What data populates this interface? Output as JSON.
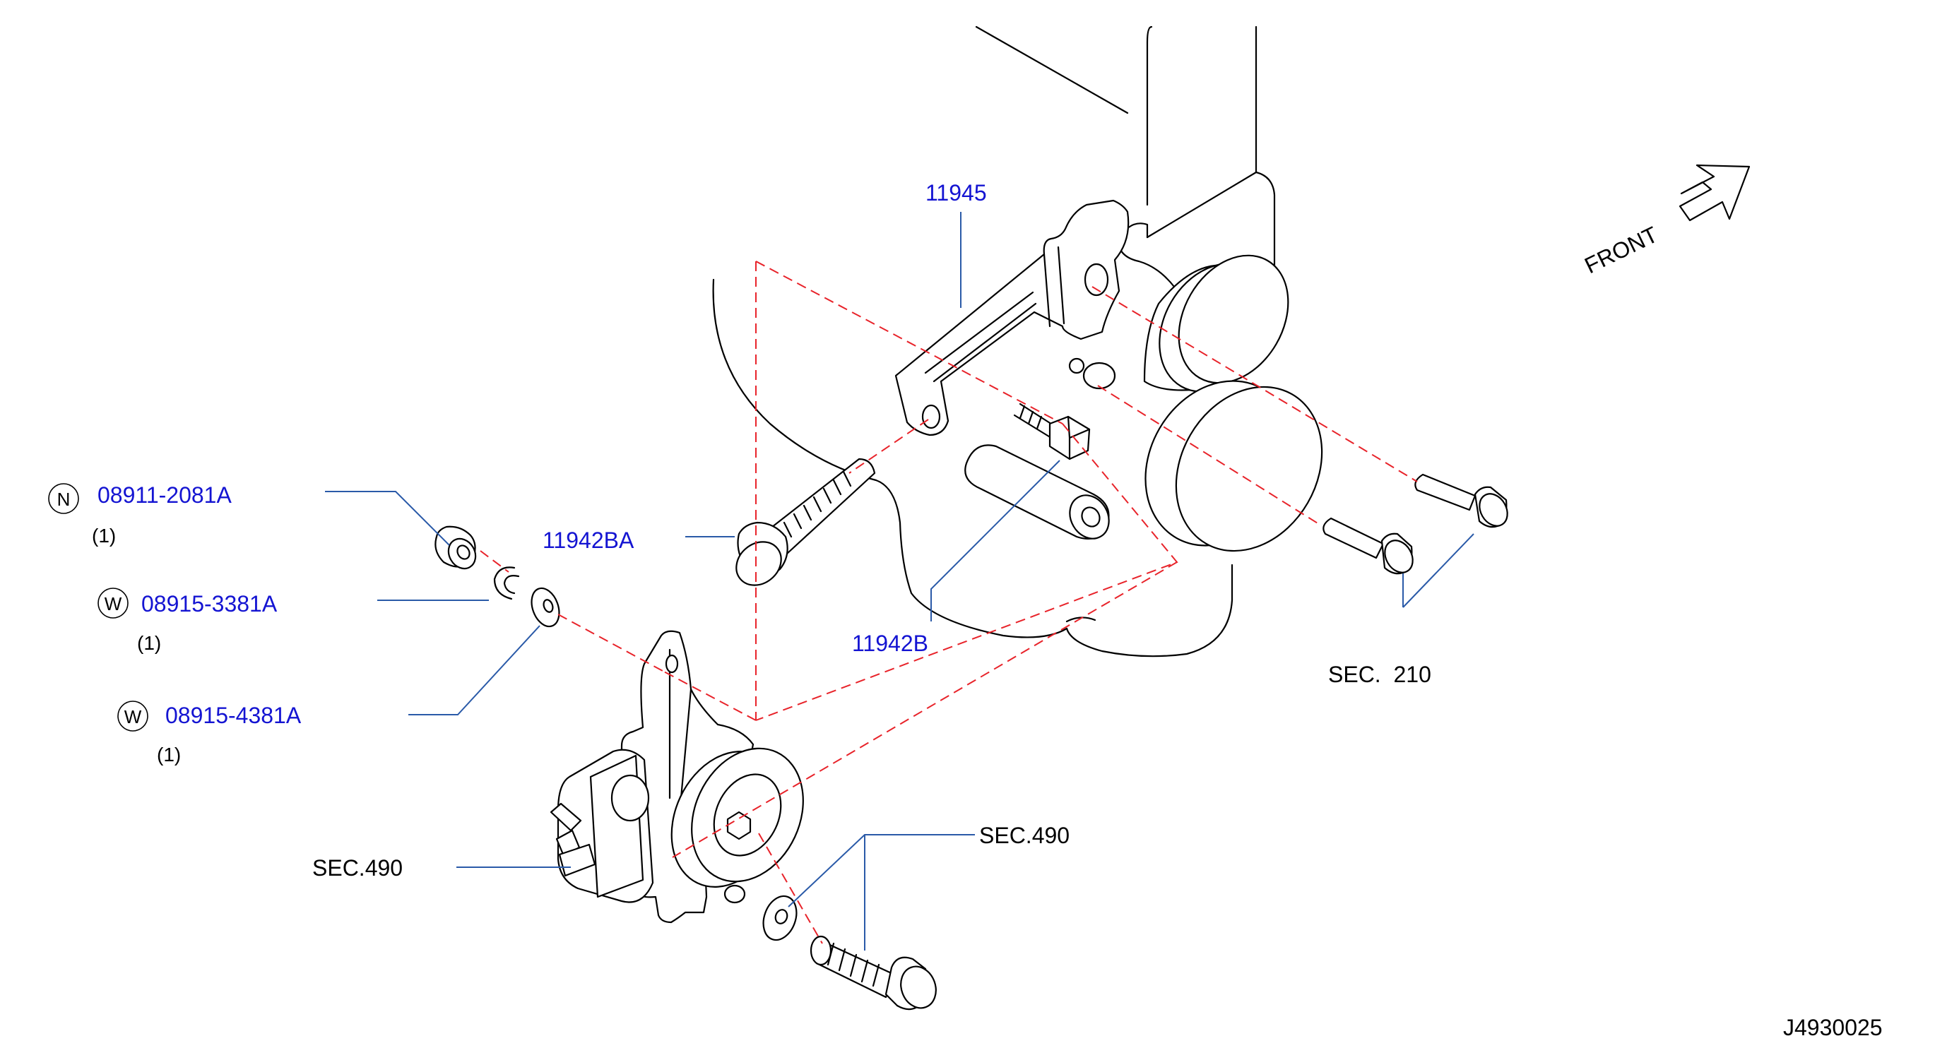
{
  "diagram": {
    "drawing_code": "J4930025",
    "front_label": "FRONT",
    "colors": {
      "part_number": "#1414d2",
      "leader_line": "#2a5aa8",
      "phantom_line": "#e8232a",
      "drawing_line": "#000000"
    },
    "callouts": [
      {
        "id": "bracket",
        "part": "11945"
      },
      {
        "id": "bolt",
        "part": "11942BA"
      },
      {
        "id": "spacer",
        "part": "11942B"
      },
      {
        "id": "nut",
        "symbol": "N",
        "part": "08911-2081A",
        "qty": "(1)"
      },
      {
        "id": "lock-washer",
        "symbol": "W",
        "part": "08915-3381A",
        "qty": "(1)"
      },
      {
        "id": "plain-washer",
        "symbol": "W",
        "part": "08915-4381A",
        "qty": "(1)"
      }
    ],
    "section_refs": [
      {
        "id": "sec-210",
        "label": "SEC.  210"
      },
      {
        "id": "sec-490-pump",
        "label": "SEC.490"
      },
      {
        "id": "sec-490-bolt",
        "label": "SEC.490"
      }
    ]
  }
}
